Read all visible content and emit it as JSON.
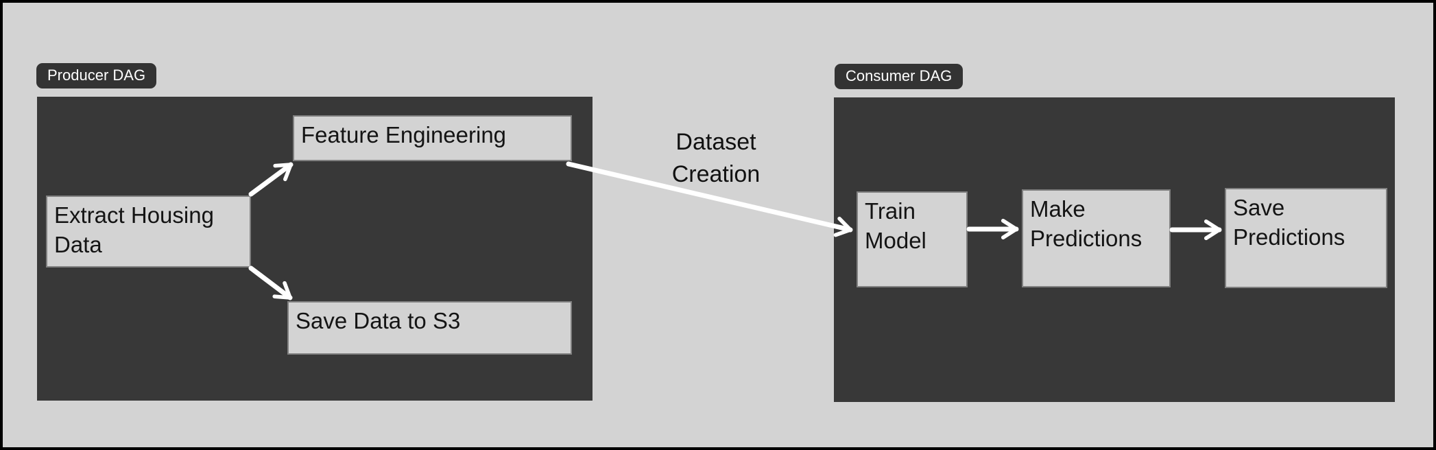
{
  "diagram": {
    "producer": {
      "label": "Producer DAG",
      "nodes": [
        {
          "id": "extract_housing_data",
          "label": "Extract Housing Data"
        },
        {
          "id": "feature_engineering",
          "label": "Feature Engineering"
        },
        {
          "id": "save_data_to_s3",
          "label": "Save Data to S3"
        }
      ]
    },
    "consumer": {
      "label": "Consumer DAG",
      "nodes": [
        {
          "id": "train_model",
          "label": "Train Model"
        },
        {
          "id": "make_predictions",
          "label": "Make Predictions"
        },
        {
          "id": "save_predictions",
          "label": "Save Predictions"
        }
      ]
    },
    "edges": [
      {
        "from": "extract_housing_data",
        "to": "feature_engineering",
        "label": ""
      },
      {
        "from": "extract_housing_data",
        "to": "save_data_to_s3",
        "label": ""
      },
      {
        "from": "feature_engineering",
        "to": "train_model",
        "label": "Dataset Creation"
      },
      {
        "from": "train_model",
        "to": "make_predictions",
        "label": ""
      },
      {
        "from": "make_predictions",
        "to": "save_predictions",
        "label": ""
      }
    ],
    "colors": {
      "background": "#d3d3d3",
      "container": "#383838",
      "node_fill": "#d3d3d3",
      "node_border": "#808080",
      "node_text": "#141414",
      "label_bg": "#333333",
      "label_text": "#ffffff",
      "arrow": "#ffffff",
      "outer_border": "#000000"
    }
  }
}
